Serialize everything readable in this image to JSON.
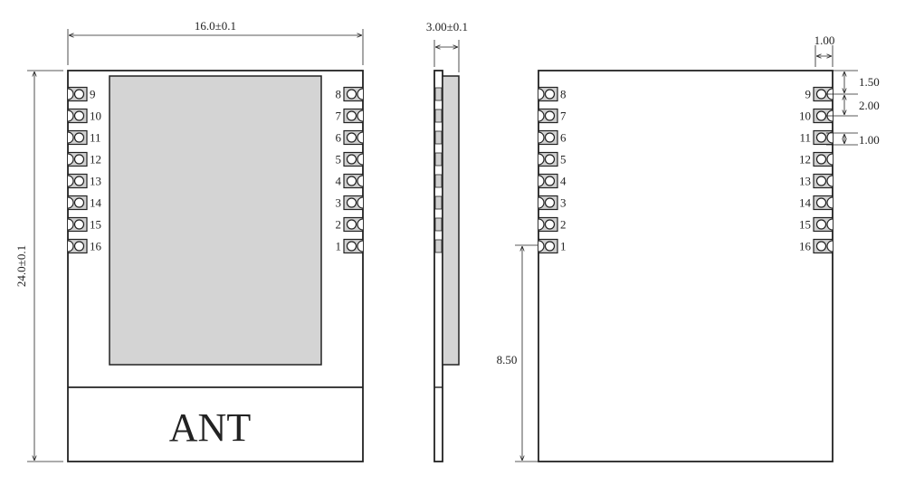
{
  "labels": {
    "width_dim": "16.0±0.1",
    "height_dim": "24.0±0.1",
    "thickness_dim": "3.00±0.1",
    "antenna": "ANT",
    "pad_pitch_small": "1.00",
    "top_margin": "1.50",
    "pitch": "2.00",
    "pad_height": "1.00",
    "bottom_offset": "8.50"
  },
  "pins": {
    "front_left": [
      "9",
      "10",
      "11",
      "12",
      "13",
      "14",
      "15",
      "16"
    ],
    "front_right": [
      "8",
      "7",
      "6",
      "5",
      "4",
      "3",
      "2",
      "1"
    ],
    "back_left": [
      "8",
      "7",
      "6",
      "5",
      "4",
      "3",
      "2",
      "1"
    ],
    "back_right": [
      "9",
      "10",
      "11",
      "12",
      "13",
      "14",
      "15",
      "16"
    ]
  },
  "colors": {
    "line": "#222222",
    "shield": "#d4d4d4",
    "pad": "#d0d0d0"
  }
}
